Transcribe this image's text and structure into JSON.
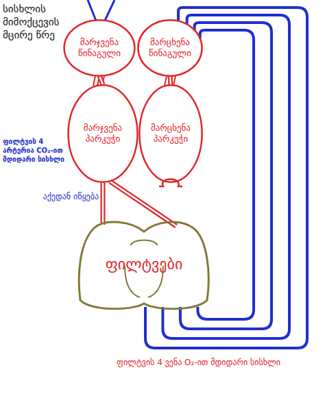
{
  "diagram": {
    "title": "სისხლის მიმოქცევის მცირე წრე",
    "nodes": [
      {
        "text": [
          "მარჯვენა წინაგული"
        ]
      },
      {
        "text": [
          "მარცხენა წინაგული"
        ]
      },
      {
        "text": [
          "მარჯვენა პარკუჭი"
        ]
      },
      {
        "text": [
          "მარცხენა პარკუჭი"
        ]
      },
      {
        "text": [
          "ფილტვები"
        ]
      }
    ],
    "edges": [
      {
        "from": 0,
        "to": 2,
        "arrow": "none"
      },
      {
        "from": 1,
        "to": 3,
        "arrow": "none"
      },
      {
        "from": 2,
        "to": 4,
        "arrow": "none"
      },
      {
        "from": 2,
        "to": 4,
        "arrow": "none"
      },
      {
        "from": 4,
        "to": 1,
        "arrow": "none"
      },
      {
        "from": 4,
        "to": 1,
        "arrow": "none"
      },
      {
        "from": 4,
        "to": 1,
        "arrow": "none"
      },
      {
        "from": 4,
        "to": 1,
        "arrow": "none"
      }
    ],
    "labels": [
      "ფილტვის 4 არტერია CO₂-ით მდიდარი სისხლი",
      "აქედან იწყება",
      "ფილტვის 4 ვენა O₂-ით მდიდარი სისხლი"
    ]
  }
}
